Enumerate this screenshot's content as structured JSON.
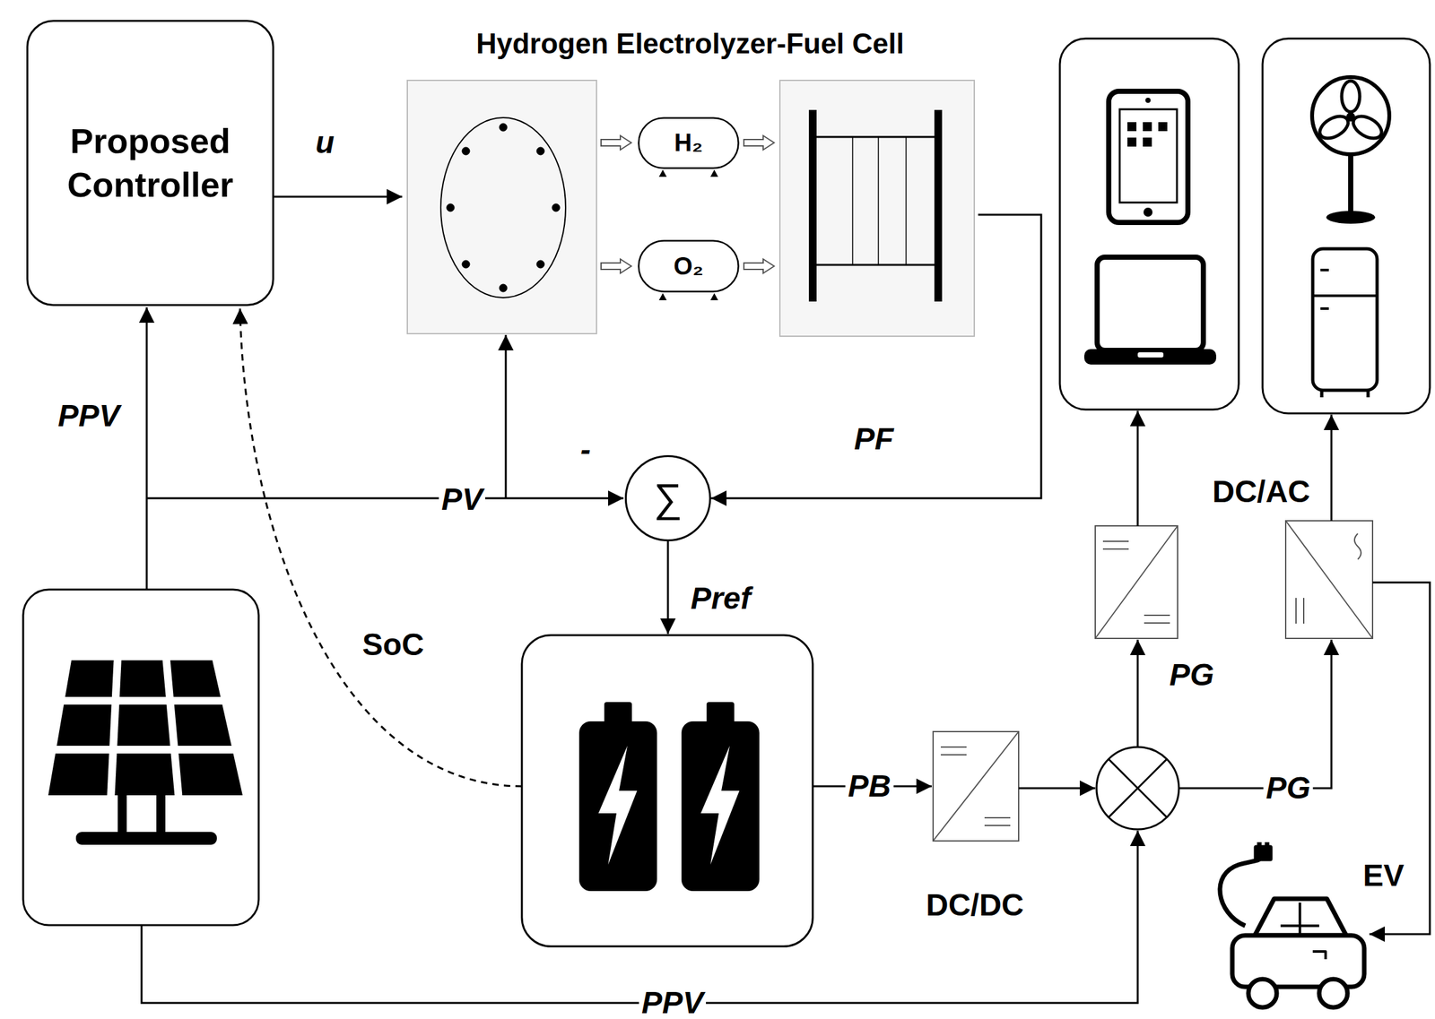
{
  "diagram": {
    "nodes": [
      {
        "text": [
          "Proposed Controller"
        ]
      },
      {
        "text": [
          "Hydrogen Electrolyzer-Fuel Cell"
        ]
      },
      {
        "text": [
          "H₂"
        ],
        "in": 1
      },
      {
        "text": [
          "O₂"
        ],
        "in": 1
      },
      {
        "text": [
          "∑"
        ]
      }
    ],
    "edges": [
      {
        "from": 0,
        "to": 1,
        "arrow": "to",
        "label": "u"
      },
      {
        "from": 1,
        "to": 4,
        "arrow": "to",
        "label": "PF"
      }
    ],
    "labels": [
      "PPV",
      "-",
      "PV",
      "SoC",
      "Pref",
      "PB",
      "DC/DC",
      "PG",
      "PG",
      "DC/AC",
      "EV",
      "PPV"
    ]
  }
}
